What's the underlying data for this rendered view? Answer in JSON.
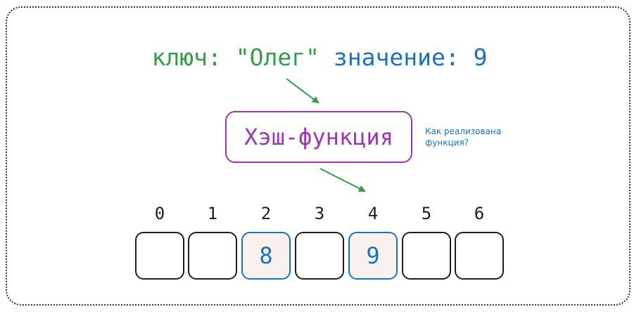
{
  "key_label": "ключ:",
  "key_value": "\"Олег\"",
  "value_label": "значение:",
  "value_value": "9",
  "hash_function": "Хэш-функция",
  "note_line1": "Как реализована",
  "note_line2": "функция?",
  "colors": {
    "key": "#2f9e44",
    "value": "#1971c2",
    "hash": "#9c36b5",
    "filled_cell_bg": "#f8f1ee"
  },
  "buckets": [
    {
      "index": "0",
      "value": ""
    },
    {
      "index": "1",
      "value": ""
    },
    {
      "index": "2",
      "value": "8"
    },
    {
      "index": "3",
      "value": ""
    },
    {
      "index": "4",
      "value": "9"
    },
    {
      "index": "5",
      "value": ""
    },
    {
      "index": "6",
      "value": ""
    }
  ]
}
